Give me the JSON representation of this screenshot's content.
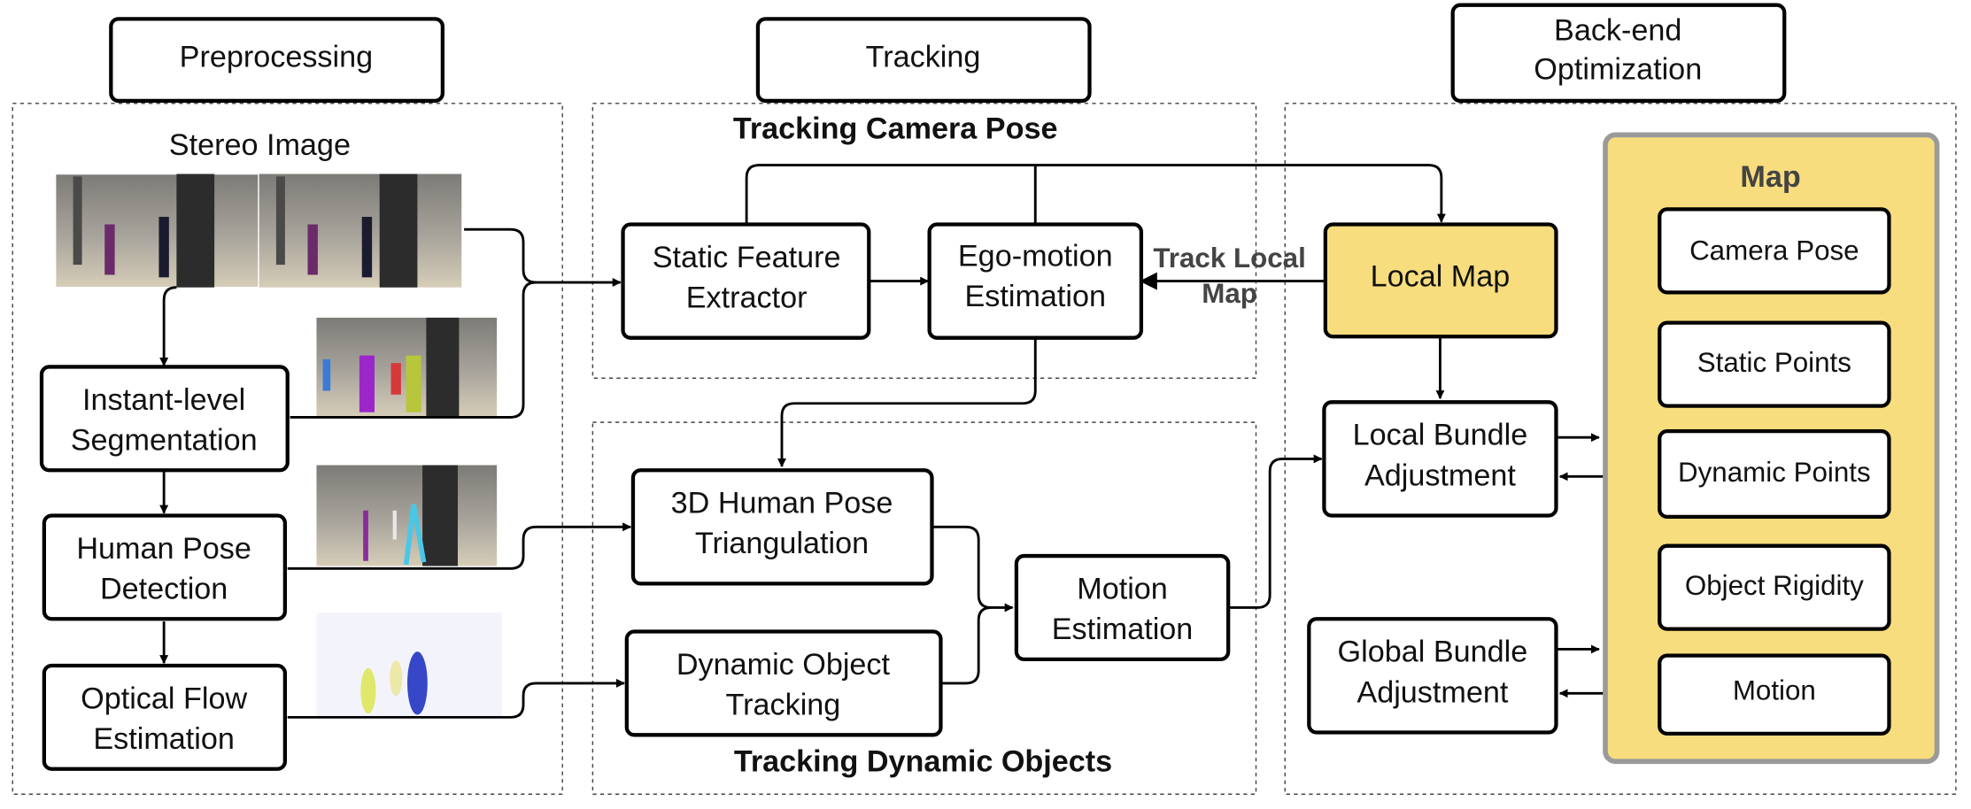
{
  "colors": {
    "map_fill": "#f7dd7d",
    "map_border": "#9a9a9a",
    "stroke": "#000000"
  },
  "headers": {
    "preprocessing": "Preprocessing",
    "tracking": "Tracking",
    "backend_line1": "Back-end",
    "backend_line2": "Optimization"
  },
  "sections": {
    "tracking_camera_pose": "Tracking Camera Pose",
    "tracking_dynamic_objects": "Tracking Dynamic Objects",
    "stereo_image": "Stereo Image"
  },
  "nodes": {
    "segmentation": [
      "Instant-level",
      "Segmentation"
    ],
    "human_pose_detection": [
      "Human Pose",
      "Detection"
    ],
    "optical_flow": [
      "Optical Flow",
      "Estimation"
    ],
    "static_feature": [
      "Static Feature",
      "Extractor"
    ],
    "ego_motion": [
      "Ego-motion",
      "Estimation"
    ],
    "human_pose_tri": [
      "3D Human Pose",
      "Triangulation"
    ],
    "dynamic_tracking": [
      "Dynamic Object",
      "Tracking"
    ],
    "motion_estimation": [
      "Motion",
      "Estimation"
    ],
    "local_map": "Local Map",
    "local_ba": [
      "Local Bundle",
      "Adjustment"
    ],
    "global_ba": [
      "Global Bundle",
      "Adjustment"
    ]
  },
  "edge_labels": {
    "track_local_map": [
      "Track Local",
      "Map"
    ]
  },
  "map_panel": {
    "title": "Map",
    "items": [
      "Camera Pose",
      "Static Points",
      "Dynamic Points",
      "Object Rigidity",
      "Motion"
    ]
  },
  "images": [
    "stereo-image",
    "segmentation-mask",
    "pose-keypoints",
    "optical-flow"
  ]
}
